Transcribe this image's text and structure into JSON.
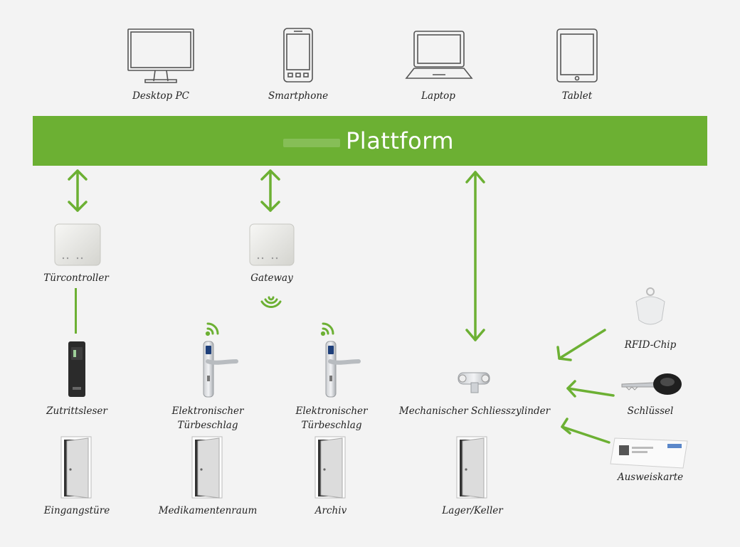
{
  "colors": {
    "accent": "#6cb033",
    "background": "#f3f3f3"
  },
  "devices": {
    "desktop": "Desktop PC",
    "smartphone": "Smartphone",
    "laptop": "Laptop",
    "tablet": "Tablet"
  },
  "platform": {
    "label": "Plattform"
  },
  "hardware": {
    "door_controller": "Türcontroller",
    "gateway": "Gateway",
    "reader": "Zutrittsleser",
    "fitting_1": [
      "Elektronischer",
      "Türbeschlag"
    ],
    "fitting_2": [
      "Elektronischer",
      "Türbeschlag"
    ],
    "cylinder": "Mechanischer Schliesszylinder"
  },
  "credentials": {
    "rfid": "RFID-Chip",
    "key": "Schlüssel",
    "card": "Ausweiskarte"
  },
  "doors": {
    "entrance": "Eingangstüre",
    "medication": "Medikamentenraum",
    "archive": "Archiv",
    "storage": "Lager/Keller"
  },
  "icons": {
    "device_icons": [
      "desktop-monitor-icon",
      "smartphone-icon",
      "laptop-icon",
      "tablet-icon"
    ],
    "wireless": "wireless-signal-icon",
    "door": "open-door-icon"
  }
}
